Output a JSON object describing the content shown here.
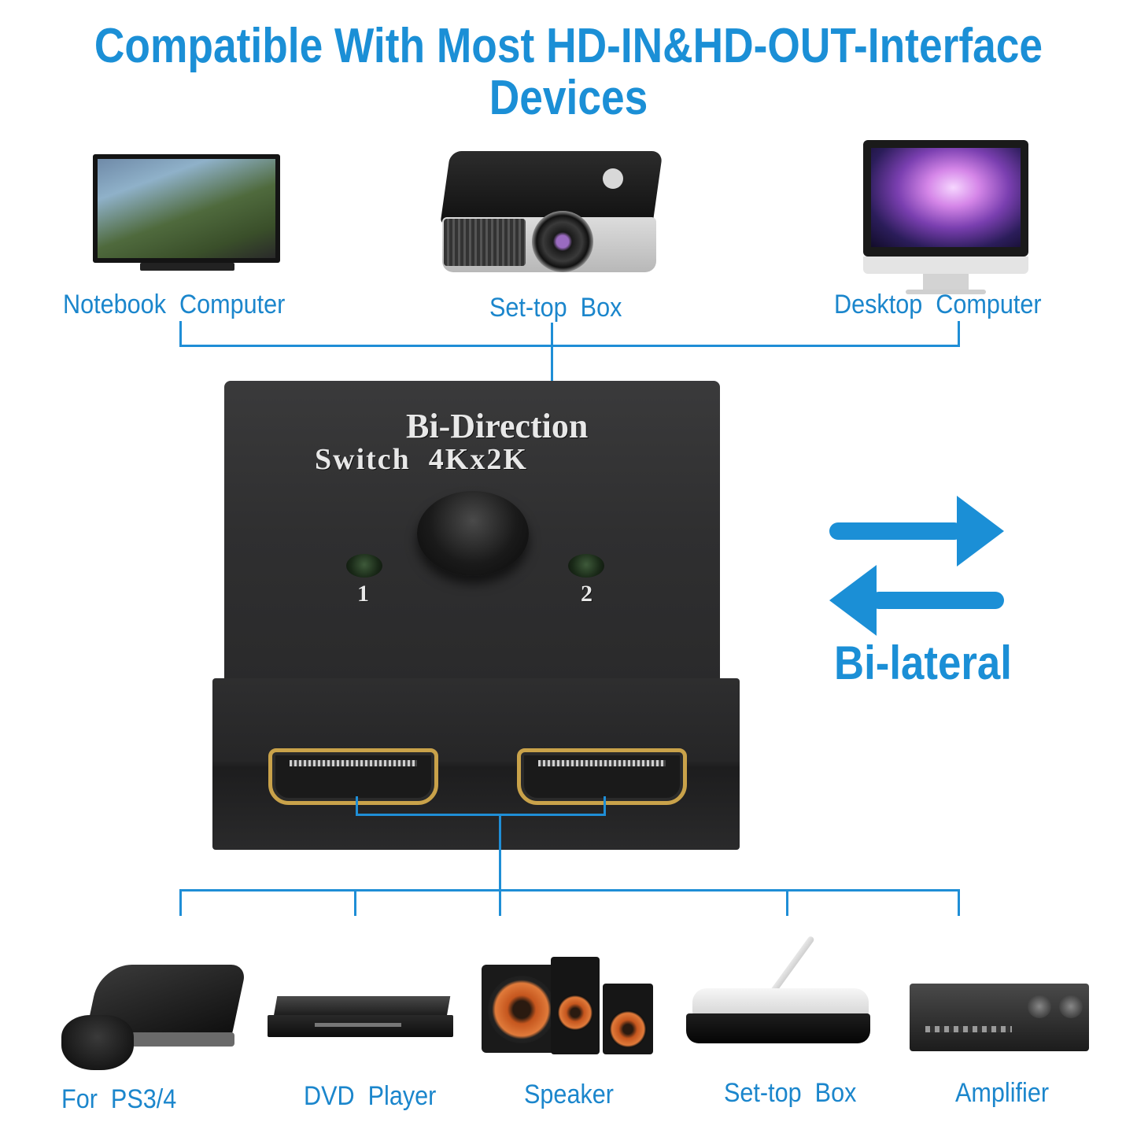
{
  "header": {
    "title_line1": "Compatible With Most HD-IN&HD-OUT-Interface",
    "title_line2": "Devices"
  },
  "top_devices": [
    {
      "label": "Notebook  Computer",
      "icon": "tv-icon"
    },
    {
      "label": "Set-top  Box",
      "icon": "projector-icon"
    },
    {
      "label": "Desktop  Computer",
      "icon": "monitor-icon"
    }
  ],
  "switch": {
    "brand_line1": "Bi-Direction",
    "brand_line2": "Switch  4Kx2K",
    "led1_label": "1",
    "led2_label": "2"
  },
  "bilateral": {
    "label": "Bi-lateral",
    "icon": "bidirectional-arrows-icon"
  },
  "bottom_devices": [
    {
      "label": "For  PS3/4",
      "icon": "game-console-icon"
    },
    {
      "label": "DVD  Player",
      "icon": "dvd-player-icon"
    },
    {
      "label": "Speaker",
      "icon": "speaker-icon"
    },
    {
      "label": "Set-top  Box",
      "icon": "router-box-icon"
    },
    {
      "label": "Amplifier",
      "icon": "amplifier-icon"
    }
  ],
  "colors": {
    "accent": "#1b8fd6",
    "switch_body": "#2f2f30",
    "hdmi_gold": "#c9a24a"
  }
}
